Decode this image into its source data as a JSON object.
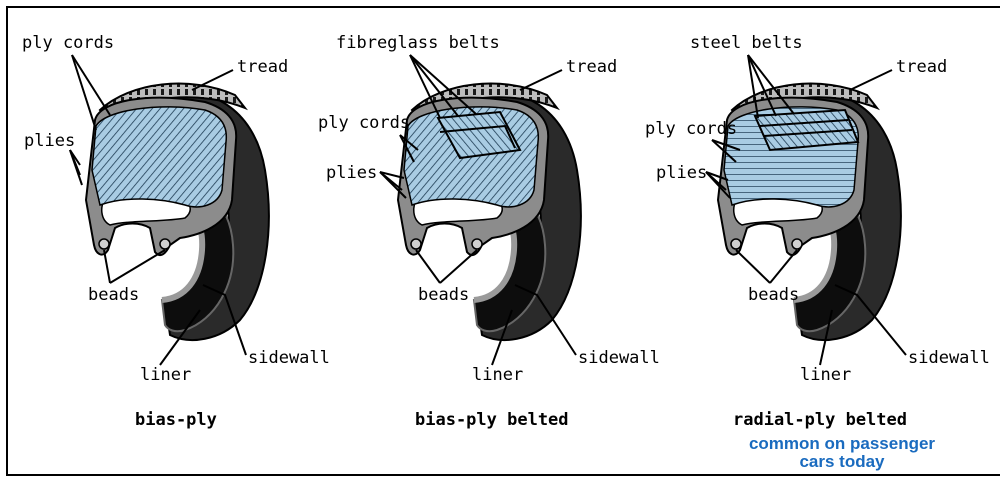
{
  "tires": [
    {
      "caption": "bias-ply",
      "labels": {
        "ply_cords": "ply cords",
        "tread": "tread",
        "plies": "plies",
        "beads": "beads",
        "sidewall": "sidewall",
        "liner": "liner"
      }
    },
    {
      "caption": "bias-ply belted",
      "labels": {
        "belts": "fibreglass belts",
        "tread": "tread",
        "ply_cords": "ply cords",
        "plies": "plies",
        "beads": "beads",
        "sidewall": "sidewall",
        "liner": "liner"
      }
    },
    {
      "caption": "radial-ply belted",
      "note_line1": "common on passenger",
      "note_line2": "cars today",
      "labels": {
        "belts": "steel belts",
        "tread": "tread",
        "ply_cords": "ply cords",
        "plies": "plies",
        "beads": "beads",
        "sidewall": "sidewall",
        "liner": "liner"
      }
    }
  ],
  "colors": {
    "ply_blue": "#a9cce3",
    "rubber_dark": "#2a2a2a",
    "rubber_grey": "#8c8c8c",
    "note_blue": "#1a6bbf"
  }
}
